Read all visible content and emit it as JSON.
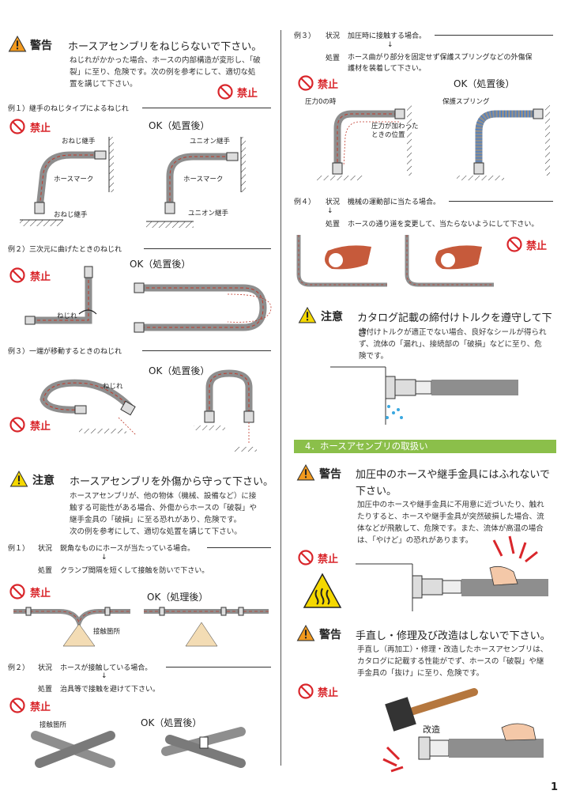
{
  "left": {
    "warning1": {
      "tag": "警告",
      "title": "ホースアセンブリをねじらないで下さい。",
      "body": [
        "ねじれがかかった場合、ホースの内部構造が変形し、「破",
        "裂」に至り、危険です。次の例を参考にして、適切な処",
        "置を講じて下さい。"
      ],
      "prohibit": "禁止"
    },
    "ex1": {
      "label": "例１）継手のねじタイプによるねじれ",
      "prohibit": "禁止",
      "ok": "OK（処置後）",
      "callouts": {
        "nut_top": "おねじ継手",
        "hose_mark": "ホースマーク",
        "nut_bottom": "おねじ継手",
        "union_top": "ユニオン継手",
        "hose_mark_ok": "ホースマーク",
        "union_bottom": "ユニオン継手"
      }
    },
    "ex2": {
      "label": "例２）三次元に曲げたときのねじれ",
      "prohibit": "禁止",
      "ok": "OK（処置後）",
      "twist": "ねじれ"
    },
    "ex3": {
      "label": "例３）一端が移動するときのねじれ",
      "prohibit": "禁止",
      "ok": "OK（処置後）",
      "twist": "ねじれ"
    },
    "caution1": {
      "tag": "注意",
      "title": "ホースアセンブリを外傷から守って下さい。",
      "body": [
        "ホースアセンブリが、他の物体（機械、設備など）に接",
        "触する可能性がある場合、外傷からホースの「破裂」や",
        "継手金具の「破損」に至る恐れがあり、危険です。",
        "次の例を参考にして、適切な処置を講じて下さい。"
      ]
    },
    "ex4": {
      "num": "例１）",
      "situation_tag": "状況",
      "situation": "鋭角なものにホースが当たっている場合。",
      "arrow": "↓",
      "action_tag": "処置",
      "action": "クランプ間隔を短くして接触を防いで下さい。",
      "prohibit": "禁止",
      "ok": "OK（処理後）",
      "contact": "接触箇所"
    },
    "ex5": {
      "num": "例２）",
      "situation_tag": "状況",
      "situation": "ホースが接触している場合。",
      "arrow": "↓",
      "action_tag": "処置",
      "action": "治具等で接触を避けて下さい。",
      "prohibit": "禁止",
      "ok": "OK（処置後）",
      "contact": "接触箇所"
    }
  },
  "right": {
    "ex3r": {
      "num": "例３）",
      "situation_tag": "状況",
      "situation": "加圧時に接触する場合。",
      "arrow": "↓",
      "action_tag": "処置",
      "action": [
        "ホース曲がり部分を固定せず保護スプリングなどの外傷保",
        "護材を装着して下さい。"
      ],
      "prohibit": "禁止",
      "ok": "OK（処置後）",
      "p0": "圧力0の時",
      "pressured": [
        "圧力が加わった",
        "ときの位置"
      ],
      "spring": "保護スプリング"
    },
    "ex4r": {
      "num": "例４）",
      "situation_tag": "状況",
      "situation": "機械の運動部に当たる場合。",
      "arrow": "↓",
      "action_tag": "処置",
      "action": "ホースの通り道を変更して、当たらないようにして下さい。",
      "prohibit": "禁止"
    },
    "caution2": {
      "tag": "注意",
      "title": "カタログ記載の締付けトルクを遵守して下さ",
      "body": [
        "締付けトルクが適正でない場合、良好なシールが得られ",
        "ず、流体の「漏れ」、接続部の「破損」などに至り、危",
        "険です。"
      ]
    },
    "section4": {
      "title": "4．ホースアセンブリの取扱い"
    },
    "warning2": {
      "tag": "警告",
      "title": [
        "加圧中のホースや継手金具にはふれないで",
        "下さい。"
      ],
      "body": [
        "加圧中のホースや継手金具に不用意に近づいたり、触れ",
        "たりすると、ホースや継手金具が突然破損した場合、流",
        "体などが飛散して、危険です。また、流体が高温の場合",
        "は、「やけど」の恐れがあります。"
      ],
      "prohibit": "禁止"
    },
    "warning3": {
      "tag": "警告",
      "title": "手直し・修理及び改造はしないで下さい。",
      "body": [
        "手直し（再加工）・修理・改造したホースアセンブリは、",
        "カタログに記載する性能がでず、ホースの「破裂」や継",
        "手金具の「抜け」に至り、危険です。"
      ],
      "prohibit": "禁止",
      "modify": "改造"
    }
  },
  "page_number": "1",
  "colors": {
    "prohibit_red": "#d9262b",
    "warn_orange": "#f39a1e",
    "caution_yellow": "#f5d800",
    "section_green": "#8bbf4a",
    "hose_gray": "#8e8e8e",
    "stripe_red": "#c0392b"
  }
}
